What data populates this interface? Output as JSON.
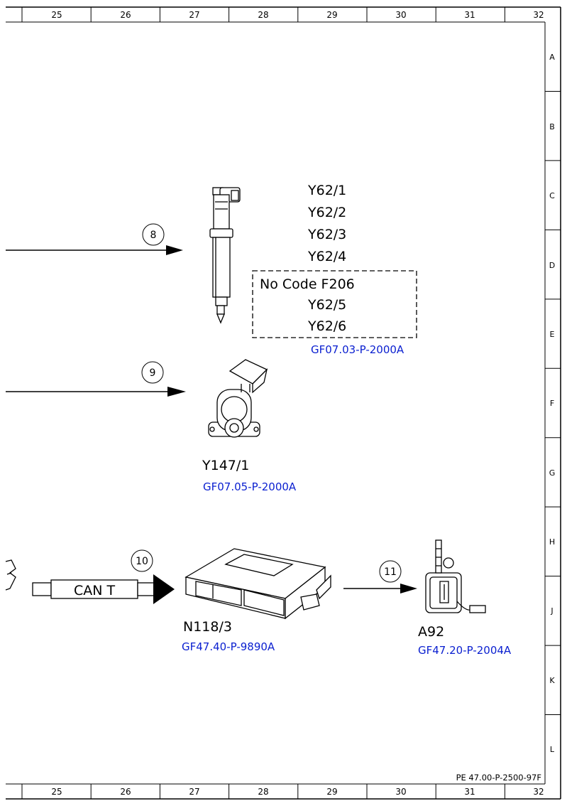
{
  "frame": {
    "columns": [
      "25",
      "26",
      "27",
      "28",
      "29",
      "30",
      "31",
      "32"
    ],
    "rows": [
      "A",
      "B",
      "C",
      "D",
      "E",
      "F",
      "G",
      "H",
      "J",
      "K",
      "L"
    ],
    "sheet_id": "PE 47.00-P-2500-97F"
  },
  "connections": [
    {
      "number": "8"
    },
    {
      "number": "9"
    },
    {
      "number": "10",
      "bus_label": "CAN T"
    },
    {
      "number": "11"
    }
  ],
  "components": {
    "injectors": {
      "codes": [
        "Y62/1",
        "Y62/2",
        "Y62/3",
        "Y62/4"
      ],
      "optional_note": "No Code F206",
      "optional_codes": [
        "Y62/5",
        "Y62/6"
      ],
      "ref": "GF07.03-P-2000A"
    },
    "valve": {
      "code": "Y147/1",
      "ref": "GF07.05-P-2000A"
    },
    "control_unit": {
      "code": "N118/3",
      "ref": "GF47.40-P-9890A"
    },
    "sensor": {
      "code": "A92",
      "ref": "GF47.20-P-2004A"
    }
  }
}
